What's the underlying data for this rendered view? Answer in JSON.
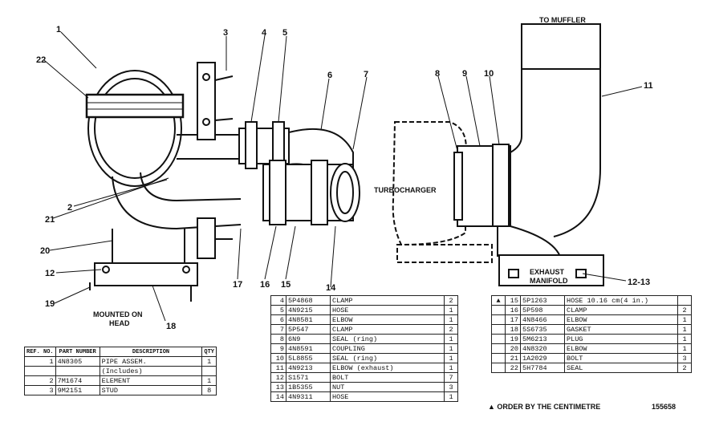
{
  "callouts": {
    "c1": "1",
    "c2": "2",
    "c3": "3",
    "c4": "4",
    "c5": "5",
    "c6": "6",
    "c7": "7",
    "c8": "8",
    "c9": "9",
    "c10": "10",
    "c11": "11",
    "c12": "12",
    "c1213": "12-13",
    "c14": "14",
    "c15": "15",
    "c16": "16",
    "c17": "17",
    "c18": "18",
    "c19": "19",
    "c20": "20",
    "c21": "21",
    "c22": "22"
  },
  "captions": {
    "to_muffler": "TO MUFFLER",
    "turbocharger": "TURBOCHARGER",
    "exhaust_manifold_1": "EXHAUST",
    "exhaust_manifold_2": "MANIFOLD",
    "mounted_1": "MOUNTED ON",
    "mounted_2": "HEAD"
  },
  "table_a": {
    "headers": {
      "ref": "REF. NO.",
      "part": "PART NUMBER",
      "desc": "DESCRIPTION",
      "qty": "QTY"
    },
    "rows": [
      {
        "ref": "1",
        "part": "4N8305",
        "desc": "PIPE ASSEM.",
        "qty": "1"
      },
      {
        "ref": "",
        "part": "",
        "desc": "(Includes)",
        "qty": ""
      },
      {
        "ref": "2",
        "part": "7M1674",
        "desc": "ELEMENT",
        "qty": "1"
      },
      {
        "ref": "3",
        "part": "9M2151",
        "desc": "STUD",
        "qty": "8"
      }
    ]
  },
  "table_b": {
    "rows": [
      {
        "ref": "4",
        "part": "5P4868",
        "desc": "CLAMP",
        "qty": "2"
      },
      {
        "ref": "5",
        "part": "4N9215",
        "desc": "HOSE",
        "qty": "1"
      },
      {
        "ref": "6",
        "part": "4N8581",
        "desc": "ELBOW",
        "qty": "1"
      },
      {
        "ref": "7",
        "part": "5P547",
        "desc": "CLAMP",
        "qty": "2"
      },
      {
        "ref": "8",
        "part": "6N9",
        "desc": "SEAL (ring)",
        "qty": "1"
      },
      {
        "ref": "9",
        "part": "4N8591",
        "desc": "COUPLING",
        "qty": "1"
      },
      {
        "ref": "10",
        "part": "5L8855",
        "desc": "SEAL (ring)",
        "qty": "1"
      },
      {
        "ref": "11",
        "part": "4N9213",
        "desc": "ELBOW (exhaust)",
        "qty": "1"
      },
      {
        "ref": "12",
        "part": "S1571",
        "desc": "BOLT",
        "qty": "7"
      },
      {
        "ref": "13",
        "part": "1B5355",
        "desc": "NUT",
        "qty": "3"
      },
      {
        "ref": "14",
        "part": "4N9311",
        "desc": "HOSE",
        "qty": "1"
      }
    ]
  },
  "table_c": {
    "rows": [
      {
        "mark": "▲",
        "ref": "15",
        "part": "5P1263",
        "desc": "HOSE 10.16 cm(4 in.)",
        "qty": ""
      },
      {
        "mark": "",
        "ref": "16",
        "part": "5P598",
        "desc": "CLAMP",
        "qty": "2"
      },
      {
        "mark": "",
        "ref": "17",
        "part": "4N8466",
        "desc": "ELBOW",
        "qty": "1"
      },
      {
        "mark": "",
        "ref": "18",
        "part": "5S6735",
        "desc": "GASKET",
        "qty": "1"
      },
      {
        "mark": "",
        "ref": "19",
        "part": "5M6213",
        "desc": "PLUG",
        "qty": "1"
      },
      {
        "mark": "",
        "ref": "20",
        "part": "4N8320",
        "desc": "ELBOW",
        "qty": "1"
      },
      {
        "mark": "",
        "ref": "21",
        "part": "1A2029",
        "desc": "BOLT",
        "qty": "3"
      },
      {
        "mark": "",
        "ref": "22",
        "part": "5H7784",
        "desc": "SEAL",
        "qty": "2"
      }
    ]
  },
  "footnote": "▲ ORDER BY THE CENTIMETRE",
  "figure_number": "155658"
}
